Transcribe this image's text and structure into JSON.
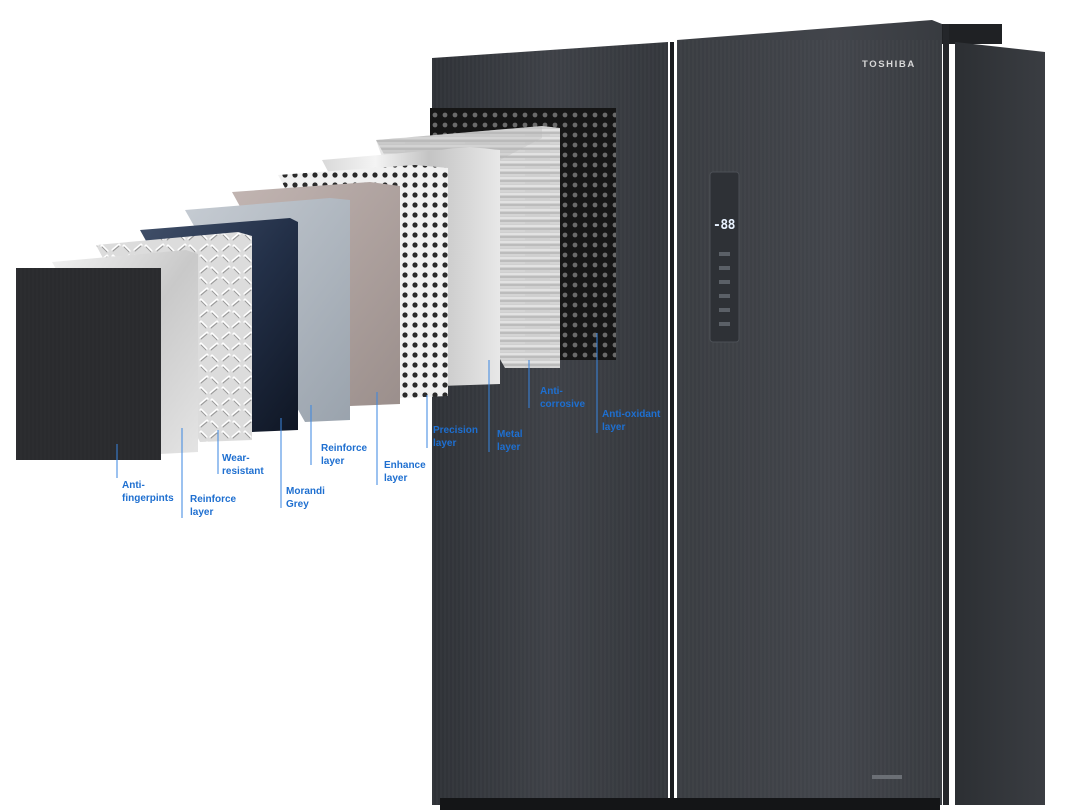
{
  "product": {
    "brand": "TOSHIBA",
    "display_readout": "-88",
    "finish_color": "#3d4045"
  },
  "callouts": [
    {
      "text": "Anti-\nfingerpints"
    },
    {
      "text": "Reinforce\nlayer"
    },
    {
      "text": "Wear-\nresistant"
    },
    {
      "text": "Morandi\nGrey"
    },
    {
      "text": "Reinforce\nlayer"
    },
    {
      "text": "Enhance\nlayer"
    },
    {
      "text": "Precision\nlayer"
    },
    {
      "text": "Metal\nlayer"
    },
    {
      "text": "Anti-\ncorrosive"
    },
    {
      "text": "Anti-oxidant\nlayer"
    }
  ],
  "colors": {
    "callout_text": "#1e6fd0",
    "callout_line": "#3a86e0"
  }
}
